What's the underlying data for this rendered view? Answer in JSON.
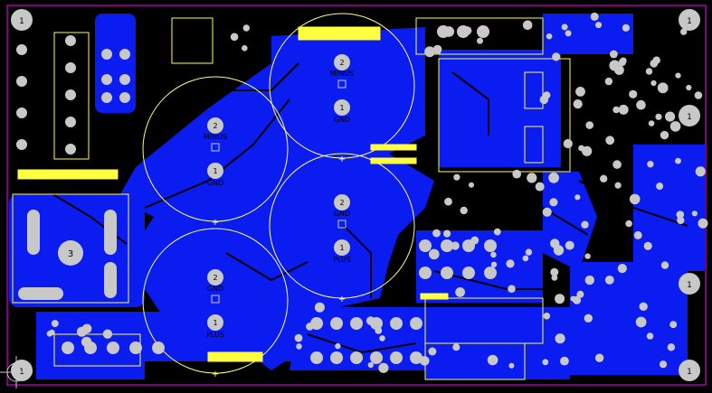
{
  "colors": {
    "background": "#000000",
    "copper": "#0a1cf0",
    "pad": "#c8c8c8",
    "silkscreen": "#ffff40",
    "outline": "#ff00ff",
    "cap_outline": "#ffff80"
  },
  "mounting_holes": [
    {
      "label": "1"
    },
    {
      "label": "1"
    },
    {
      "label": "1"
    },
    {
      "label": "1"
    },
    {
      "label": "1"
    },
    {
      "label": "1"
    }
  ],
  "capacitors": [
    {
      "pad_top": "2",
      "net_top": "MINUS",
      "pad_bottom": "1",
      "net_bottom": "GND"
    },
    {
      "pad_top": "2",
      "net_top": "MINUS",
      "pad_bottom": "1",
      "net_bottom": "GND"
    },
    {
      "pad_top": "2",
      "net_top": "GND",
      "pad_bottom": "1",
      "net_bottom": "PLUS"
    },
    {
      "pad_top": "2",
      "net_top": "GND",
      "pad_bottom": "1",
      "net_bottom": "PLUS"
    }
  ],
  "transformer_pin": {
    "label": "3"
  },
  "corner_label": {
    "label": "1"
  }
}
